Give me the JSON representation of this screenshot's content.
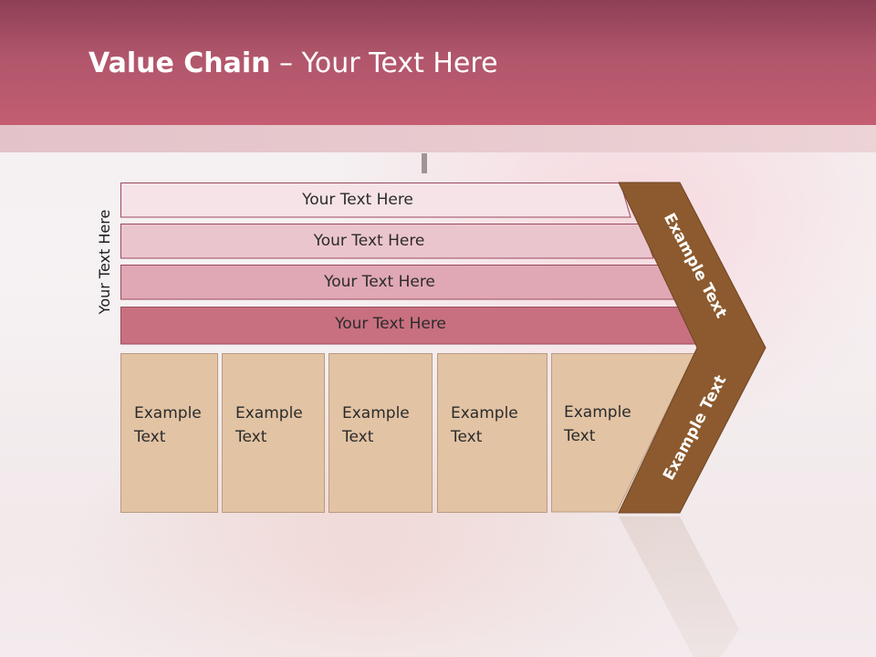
{
  "title": {
    "bold": "Value Chain",
    "rest": " – Your Text Here"
  },
  "vertical_label": "Your Text Here",
  "rows": [
    {
      "label": "Your Text Here",
      "fill": "#f5e3e7"
    },
    {
      "label": "Your Text Here",
      "fill": "#ebc5cd"
    },
    {
      "label": "Your Text Here",
      "fill": "#e0a7b4"
    },
    {
      "label": "Your Text Here",
      "fill": "#c8707f"
    }
  ],
  "cells": [
    {
      "line1": "Example",
      "line2": "Text"
    },
    {
      "line1": "Example",
      "line2": "Text"
    },
    {
      "line1": "Example",
      "line2": "Text"
    },
    {
      "line1": "Example",
      "line2": "Text"
    },
    {
      "line1": "Example",
      "line2": "Text"
    }
  ],
  "chevron": {
    "top_label": "Example Text",
    "bottom_label": "Example Text",
    "color": "#8c5a2e"
  },
  "colors": {
    "header": "#b0566b",
    "cell": "#e2c3a4"
  }
}
